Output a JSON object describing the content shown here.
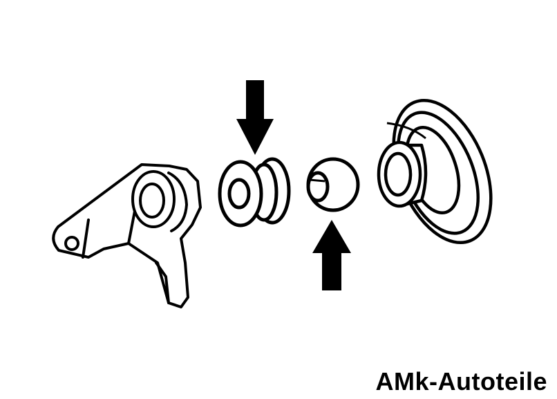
{
  "watermark": {
    "text": "AMk-Autoteile"
  },
  "colors": {
    "ink": "#000000",
    "paper": "#ffffff"
  },
  "parts": [
    {
      "name": "shift-lever-bracket"
    },
    {
      "name": "bushing"
    },
    {
      "name": "ball-joint"
    },
    {
      "name": "ball-socket-boot"
    }
  ],
  "arrows": [
    {
      "name": "arrow-down",
      "points_to": "bushing",
      "direction": "down"
    },
    {
      "name": "arrow-up",
      "points_to": "ball-joint",
      "direction": "up"
    }
  ]
}
